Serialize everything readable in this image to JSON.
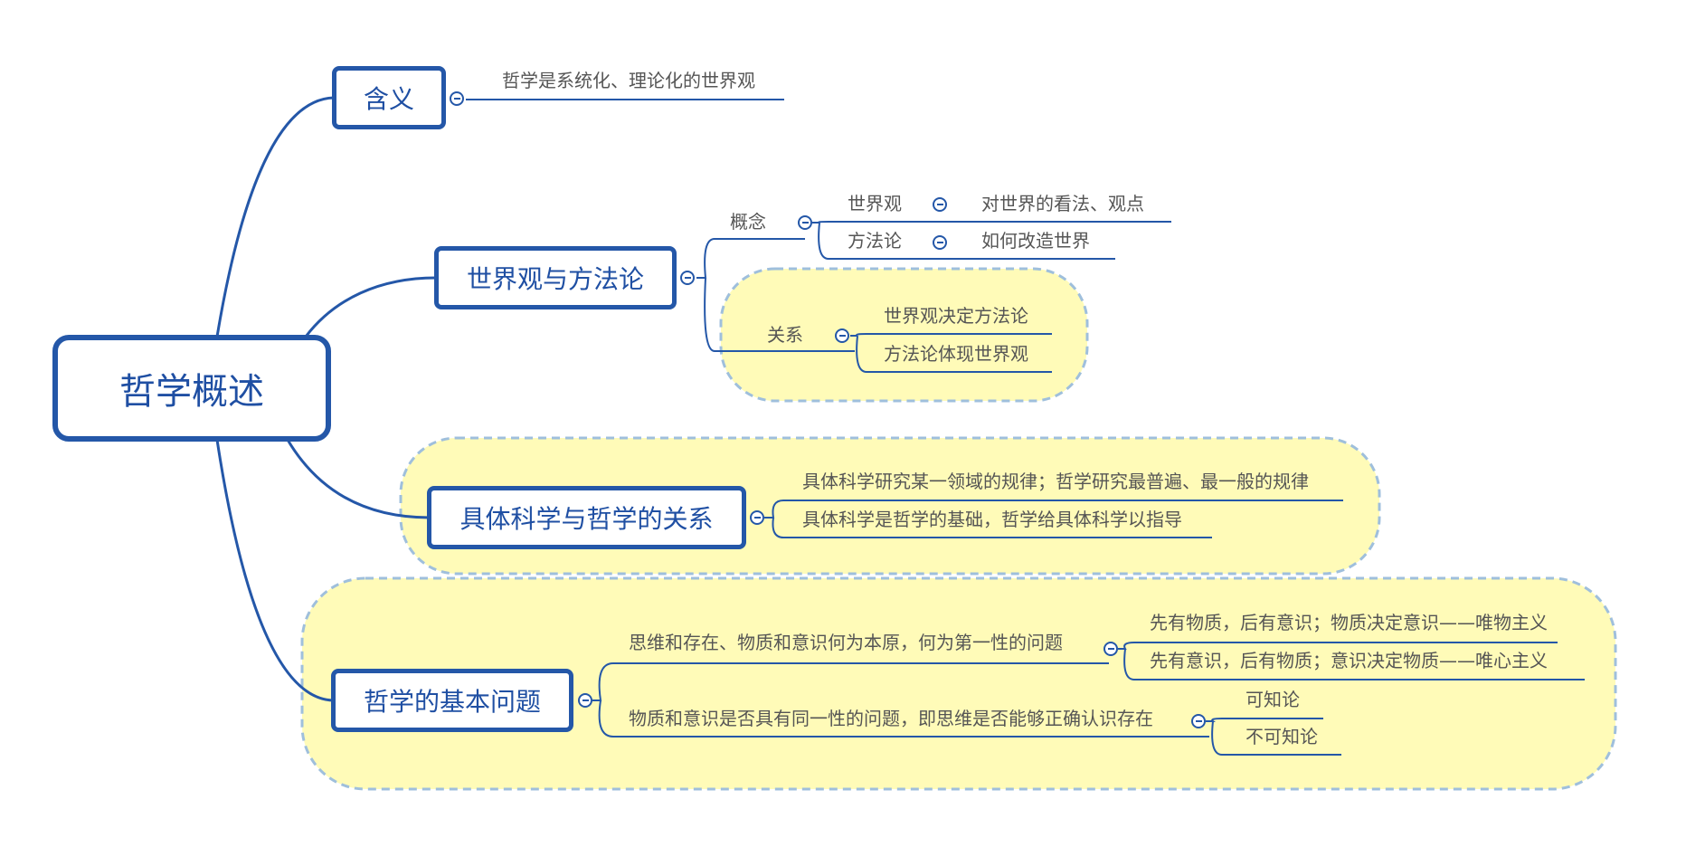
{
  "mindmap": {
    "root": "哲学概述",
    "branches": [
      {
        "title": "含义",
        "items": [
          "哲学是系统化、理论化的世界观"
        ]
      },
      {
        "title": "世界观与方法论",
        "concept": {
          "label": "概念",
          "items": [
            {
              "term": "世界观",
              "definition": "对世界的看法、观点"
            },
            {
              "term": "方法论",
              "definition": "如何改造世界"
            }
          ]
        },
        "relation": {
          "label": "关系",
          "items": [
            "世界观决定方法论",
            "方法论体现世界观"
          ]
        }
      },
      {
        "title": "具体科学与哲学的关系",
        "items": [
          "具体科学研究某一领域的规律；哲学研究最普遍、最一般的规律",
          "具体科学是哲学的基础，哲学给具体科学以指导"
        ]
      },
      {
        "title": "哲学的基本问题",
        "questions": [
          {
            "text": "思维和存在、物质和意识何为本原，何为第一性的问题",
            "answers": [
              "先有物质，后有意识；物质决定意识——唯物主义",
              "先有意识，后有物质；意识决定物质——唯心主义"
            ]
          },
          {
            "text": "物质和意识是否具有同一性的问题，即思维是否能够正确认识存在",
            "answers": [
              "可知论",
              "不可知论"
            ]
          }
        ]
      }
    ]
  },
  "colors": {
    "line": "#2457a8",
    "cloud_fill": "#fffbb8",
    "cloud_border": "#9fbfdc",
    "text": "#555555",
    "topic_text": "#1f4fa3"
  }
}
